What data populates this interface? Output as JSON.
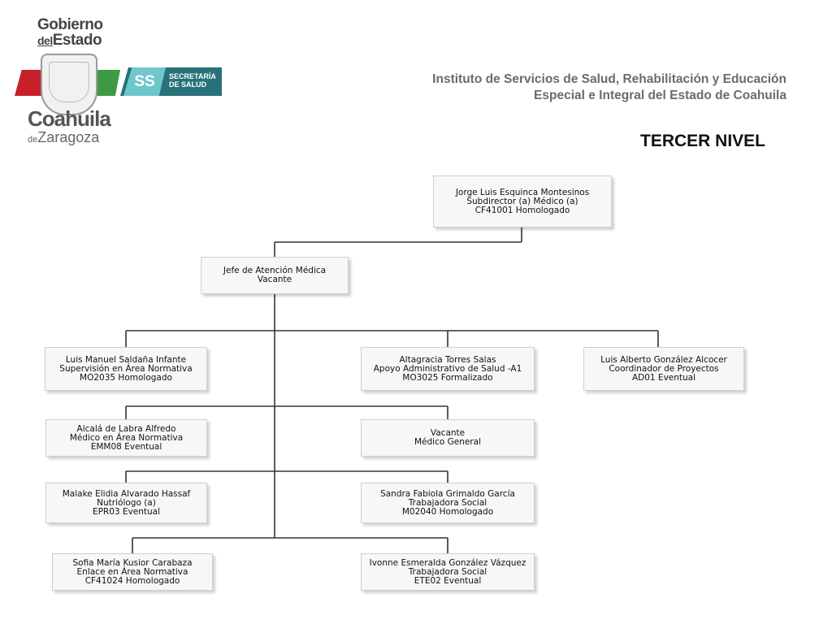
{
  "header": {
    "logo": {
      "gobierno": "Gobierno",
      "del": "del",
      "estado": "Estado",
      "ss": "SS",
      "secretaria": "SECRETARÍA",
      "de_salud": "DE SALUD",
      "coahuila": "Coahuila",
      "de": "de",
      "zaragoza": "Zaragoza"
    },
    "institution_line1": "Instituto de Servicios de Salud, Rehabilitación y Educación",
    "institution_line2": "Especial e Integral del Estado de Coahuila",
    "level": "TERCER NIVEL"
  },
  "colors": {
    "red": "#c8202b",
    "green": "#3e9a42",
    "teal": "#27727a",
    "light_teal": "#6fc7cc",
    "institution_text": "#6b6b6b"
  },
  "orgchart": {
    "top": {
      "name": "Jorge Luis Esquinca Montesinos",
      "title": "Subdirector (a) Médico (a)",
      "code": "CF41001 Homologado"
    },
    "chief": {
      "name": "Jefe de Atención Médica",
      "title": "Vacante"
    },
    "nodes": [
      {
        "name": "Luis Manuel Saldaña Infante",
        "title": "Supervisión en Área Normativa",
        "code": "MO2035 Homologado"
      },
      {
        "name": "Altagracia Torres Salas",
        "title": "Apoyo Administrativo de Salud  -A1",
        "code": "MO3025 Formalizado"
      },
      {
        "name": "Luis Alberto González Alcocer",
        "title": "Coordinador de Proyectos",
        "code": "AD01 Eventual"
      },
      {
        "name": "Alcalá de Labra Alfredo",
        "title": "Médico en Área Normativa",
        "code": "EMM08 Eventual"
      },
      {
        "name": "Vacante",
        "title": "Médico General",
        "code": ""
      },
      {
        "name": "Malake Elidia Alvarado Hassaf",
        "title": "Nutriólogo (a)",
        "code": "EPR03 Eventual"
      },
      {
        "name": "Sandra Fabiola Grimaldo García",
        "title": "Trabajadora Social",
        "code": "M02040 Homologado"
      },
      {
        "name": "Sofia María Kusior Carabaza",
        "title": "Enlace en Área Normativa",
        "code": "CF41024 Homologado"
      },
      {
        "name": "Ivonne Esmeralda González Vázquez",
        "title": "Trabajadora Social",
        "code": "ETE02 Eventual"
      }
    ]
  }
}
